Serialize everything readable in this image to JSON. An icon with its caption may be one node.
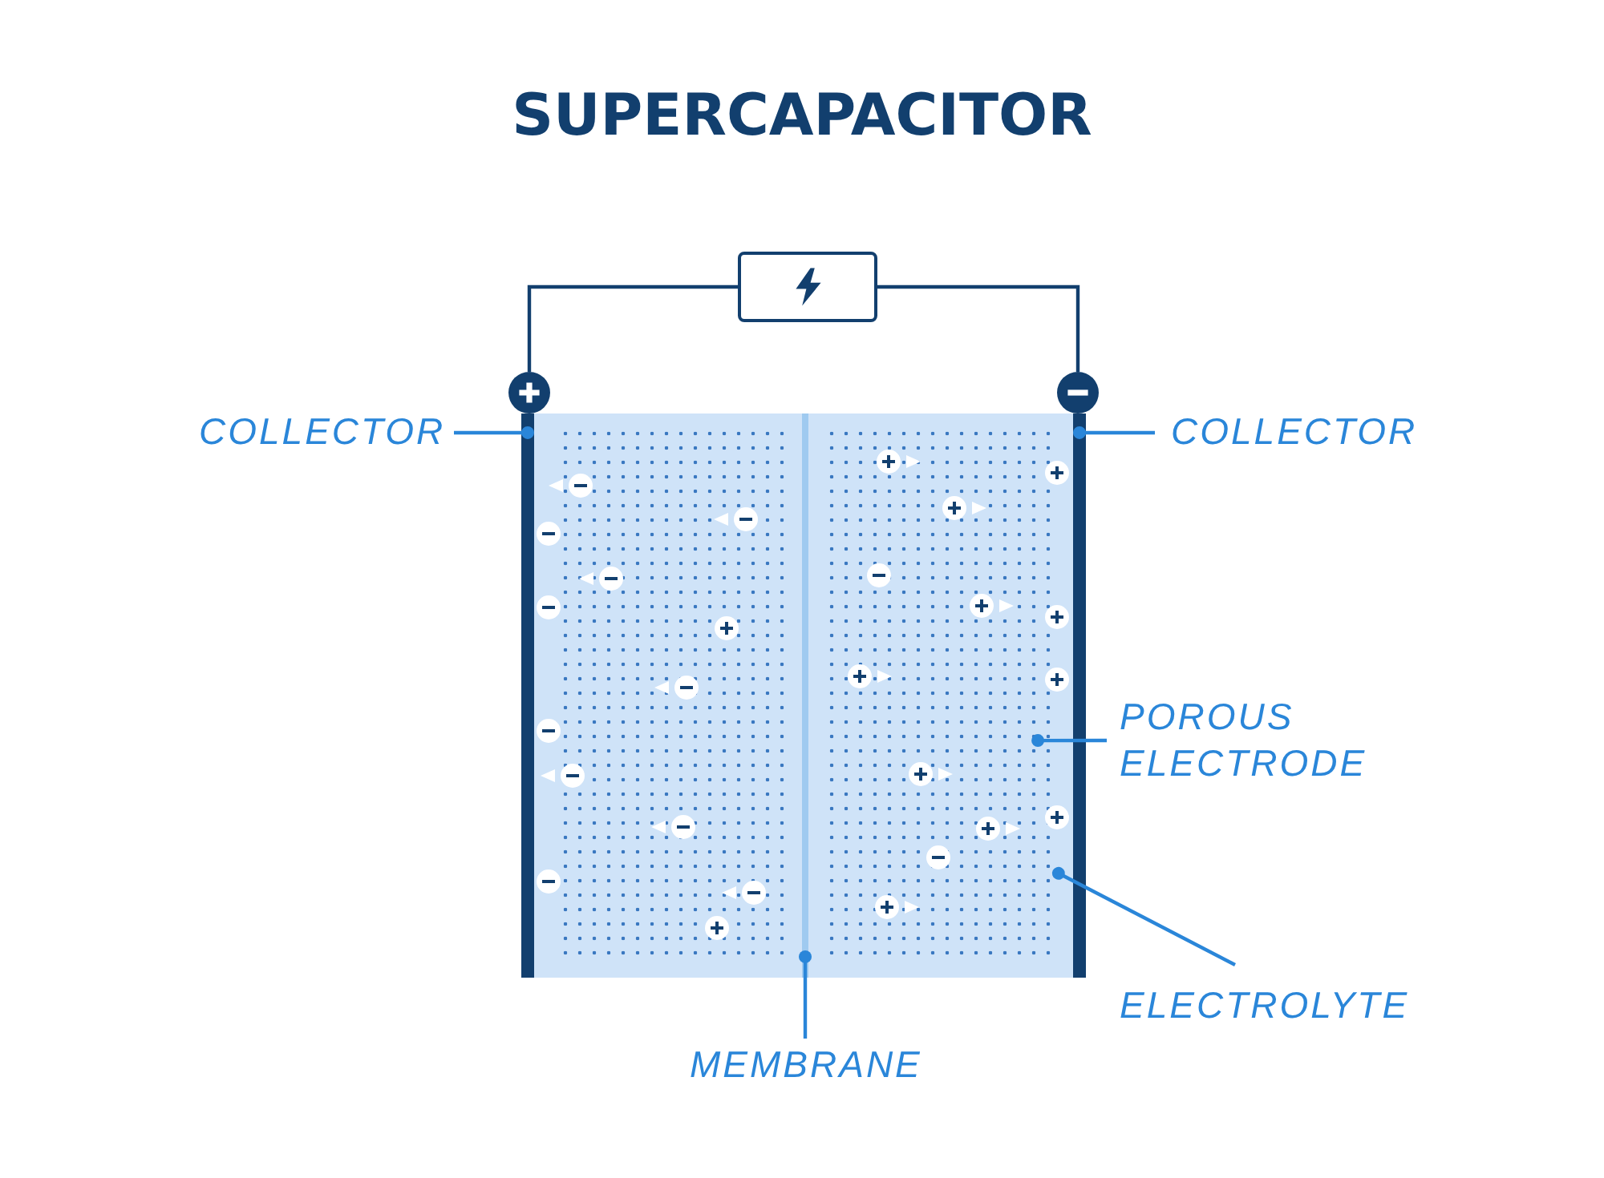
{
  "diagram": {
    "title": "SUPERCAPACITOR",
    "nodes": [
      {
        "text": [],
        "shape": "box"
      },
      {
        "text": [],
        "shape": "circle"
      },
      {
        "text": [],
        "shape": "circle"
      },
      {
        "text": [
          "COLLECTOR"
        ]
      },
      {
        "text": [],
        "shape": "box"
      },
      {
        "text": [],
        "shape": "bar"
      },
      {
        "text": [],
        "shape": "box",
        "in": 4
      },
      {
        "text": [],
        "shape": "bar",
        "in": 4
      },
      {
        "text": [],
        "shape": "box",
        "in": 4
      },
      {
        "text": [],
        "shape": "bar"
      },
      {
        "text": [
          "COLLECTOR"
        ]
      },
      {
        "text": [
          "POROUS ELECTRODE"
        ]
      },
      {
        "text": [
          "ELECTROLYTE"
        ]
      },
      {
        "text": [
          "MEMBRANE"
        ]
      }
    ],
    "edges": [
      {
        "from": 1,
        "to": 0,
        "arrow": "none",
        "color": "#123f6e"
      },
      {
        "from": 0,
        "to": 2,
        "arrow": "none",
        "color": "#123f6e"
      },
      {
        "from": 3,
        "to": 5,
        "arrow": "other"
      },
      {
        "from": 10,
        "to": 9,
        "arrow": "other"
      },
      {
        "from": 11,
        "to": 8,
        "arrow": "other"
      },
      {
        "from": 12,
        "to": 4,
        "arrow": "other"
      },
      {
        "from": 13,
        "to": 7,
        "arrow": "other"
      }
    ]
  }
}
